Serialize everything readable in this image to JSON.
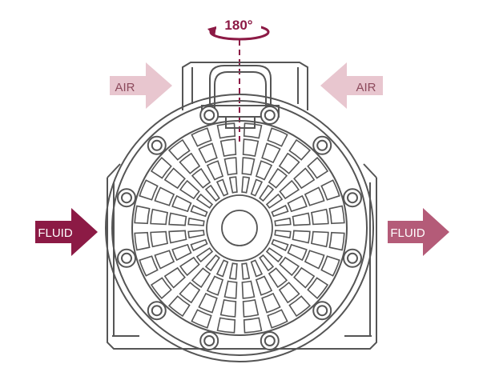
{
  "diagram": {
    "rotation_label": "180°",
    "air_left_label": "AIR",
    "air_right_label": "AIR",
    "fluid_in_label": "FLUID",
    "fluid_out_label": "FLUID"
  },
  "colors": {
    "fluid_in": "#8c1a45",
    "fluid_out": "#b45b78",
    "air": "#e8c6cf",
    "air_text": "#8c4a5c",
    "rotation": "#8c1a45",
    "outline": "#555555",
    "background": "#ffffff"
  },
  "icons": [
    "rotation-arrow-icon"
  ]
}
